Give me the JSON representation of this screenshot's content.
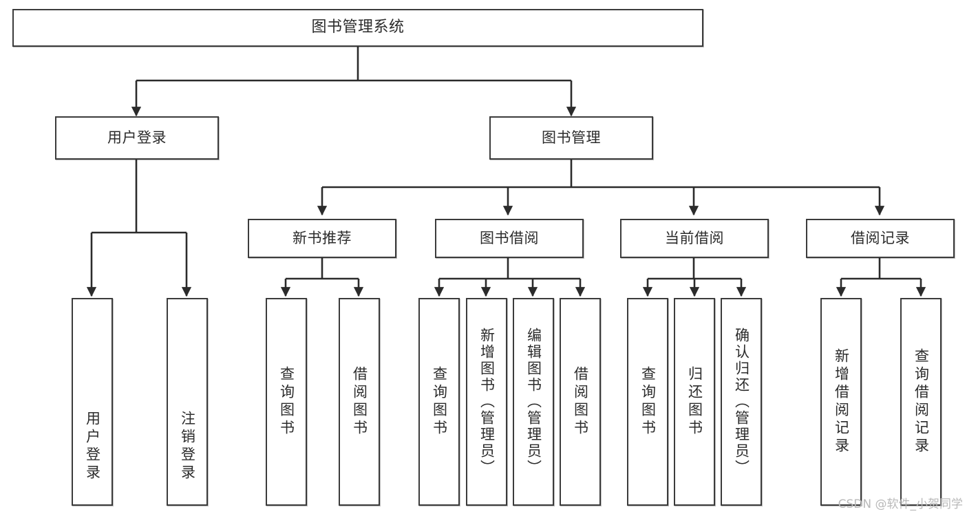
{
  "diagram": {
    "type": "tree-hierarchy",
    "title": "图书管理系统",
    "orientation": "top-down",
    "colors": {
      "background": "#ffffff",
      "node_fill": "#ffffff",
      "node_border": "#3b3b3b",
      "edge": "#2b2b2b",
      "text": "#2b2b2b",
      "watermark": "#b9b9b9"
    },
    "root": {
      "id": "root",
      "label": "图书管理系统"
    },
    "level1": [
      {
        "id": "user-login",
        "label": "用户登录"
      },
      {
        "id": "book-manage",
        "label": "图书管理"
      }
    ],
    "level2": [
      {
        "id": "new-book-rec",
        "label": "新书推荐",
        "parent": "book-manage"
      },
      {
        "id": "book-borrow",
        "label": "图书借阅",
        "parent": "book-manage"
      },
      {
        "id": "current-borrow",
        "label": "当前借阅",
        "parent": "book-manage"
      },
      {
        "id": "borrow-record",
        "label": "借阅记录",
        "parent": "book-manage"
      }
    ],
    "leaves": {
      "user_login": [
        {
          "id": "leaf-user-login",
          "label": "用户登录"
        },
        {
          "id": "leaf-user-logout",
          "label": "注销登录"
        }
      ],
      "new_book_rec": [
        {
          "id": "leaf-query-book-1",
          "label": "查询图书"
        },
        {
          "id": "leaf-borrow-book-1",
          "label": "借阅图书"
        }
      ],
      "book_borrow": [
        {
          "id": "leaf-query-book-2",
          "label": "查询图书"
        },
        {
          "id": "leaf-add-book",
          "label": "新增图书（管理员）"
        },
        {
          "id": "leaf-edit-book",
          "label": "编辑图书（管理员）"
        },
        {
          "id": "leaf-borrow-book-2",
          "label": "借阅图书"
        }
      ],
      "current_borrow": [
        {
          "id": "leaf-query-book-3",
          "label": "查询图书"
        },
        {
          "id": "leaf-return-book",
          "label": "归还图书"
        },
        {
          "id": "leaf-confirm-return",
          "label": "确认归还（管理员）"
        }
      ],
      "borrow_record": [
        {
          "id": "leaf-add-record",
          "label": "新增借阅记录"
        },
        {
          "id": "leaf-query-record",
          "label": "查询借阅记录"
        }
      ]
    }
  },
  "watermark": {
    "text": "CSDN @软件_小贺同学"
  }
}
